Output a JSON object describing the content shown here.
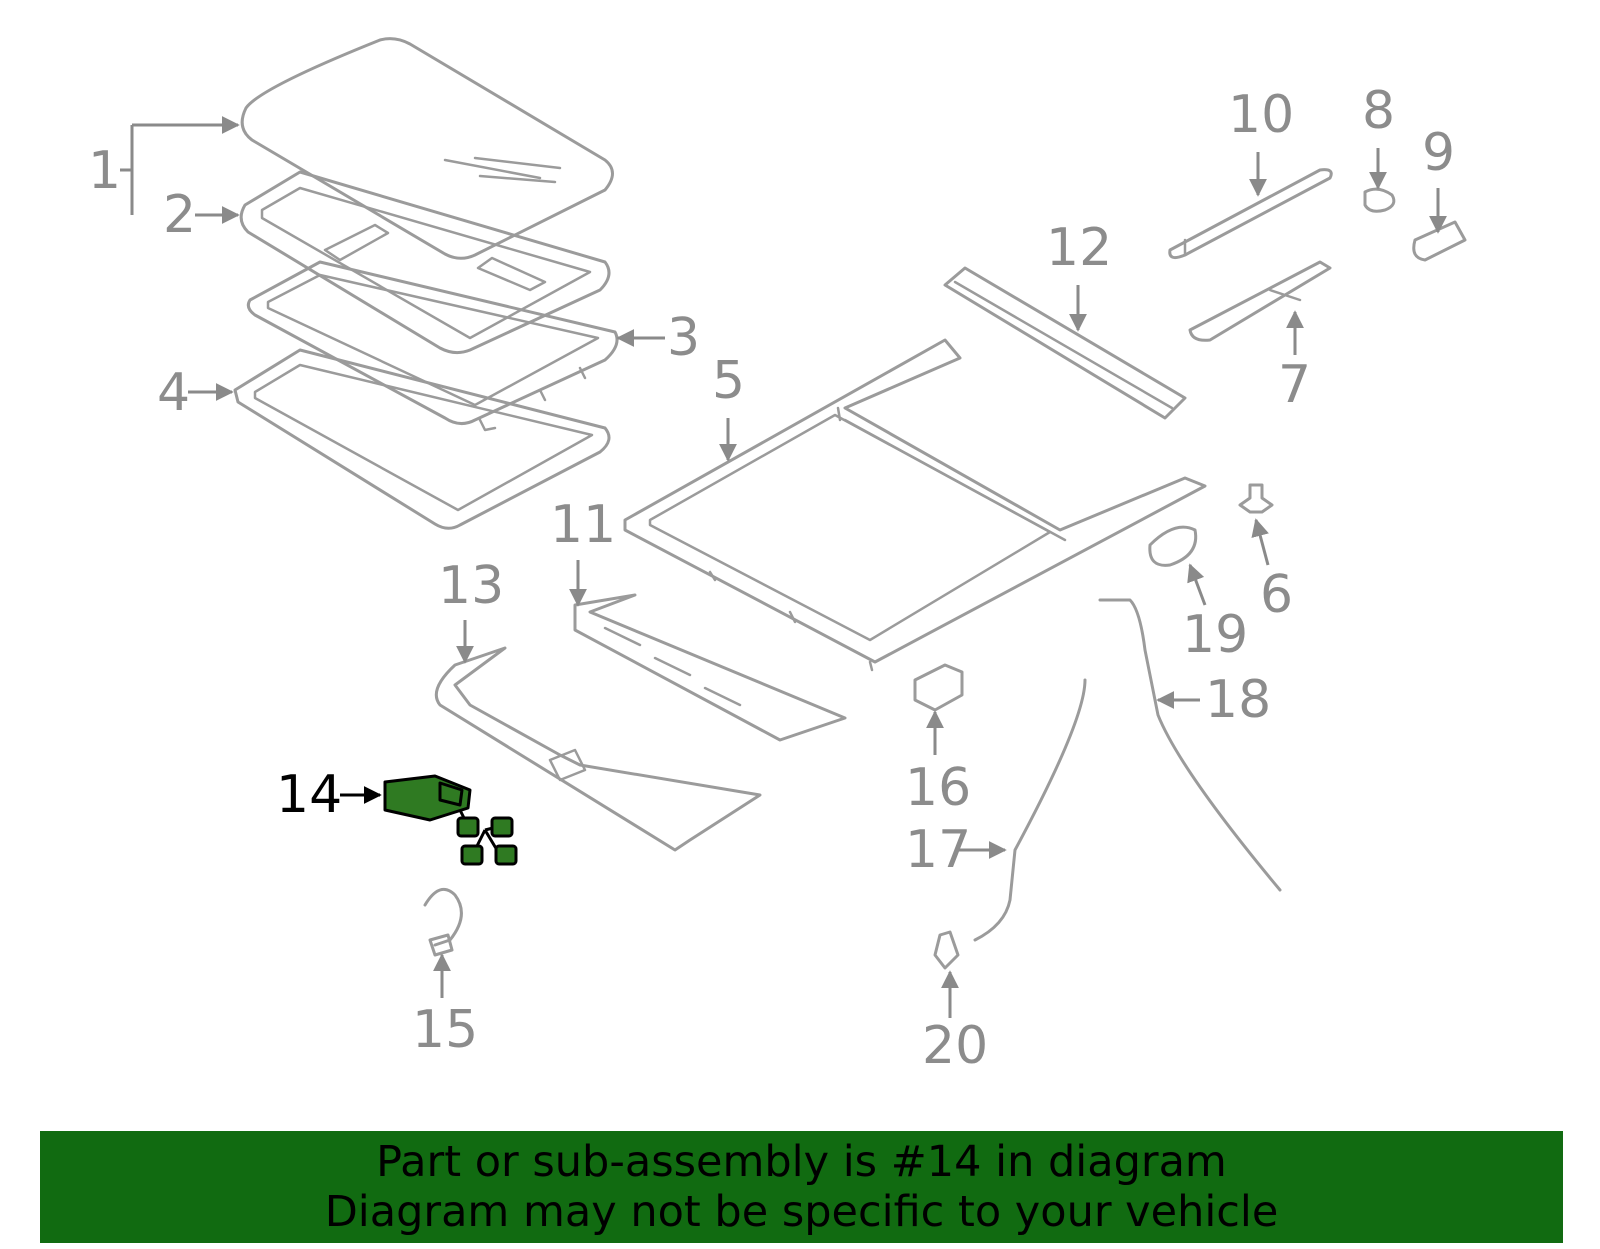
{
  "diagram": {
    "callouts": [
      {
        "id": "1",
        "label": "1"
      },
      {
        "id": "2",
        "label": "2"
      },
      {
        "id": "3",
        "label": "3"
      },
      {
        "id": "4",
        "label": "4"
      },
      {
        "id": "5",
        "label": "5"
      },
      {
        "id": "6",
        "label": "6"
      },
      {
        "id": "7",
        "label": "7"
      },
      {
        "id": "8",
        "label": "8"
      },
      {
        "id": "9",
        "label": "9"
      },
      {
        "id": "10",
        "label": "10"
      },
      {
        "id": "11",
        "label": "11"
      },
      {
        "id": "12",
        "label": "12"
      },
      {
        "id": "13",
        "label": "13"
      },
      {
        "id": "14",
        "label": "14",
        "highlighted": true
      },
      {
        "id": "15",
        "label": "15"
      },
      {
        "id": "16",
        "label": "16"
      },
      {
        "id": "17",
        "label": "17"
      },
      {
        "id": "18",
        "label": "18"
      },
      {
        "id": "19",
        "label": "19"
      },
      {
        "id": "20",
        "label": "20"
      }
    ],
    "colors": {
      "highlight_fill": "#2f7a22",
      "banner_background": "#116b11",
      "part_outline": "#9b9b9b",
      "callout_text": "#8c8c8c"
    }
  },
  "footer": {
    "line1": "Part or sub-assembly is #14 in diagram",
    "line2": "Diagram may not be specific to your vehicle"
  }
}
